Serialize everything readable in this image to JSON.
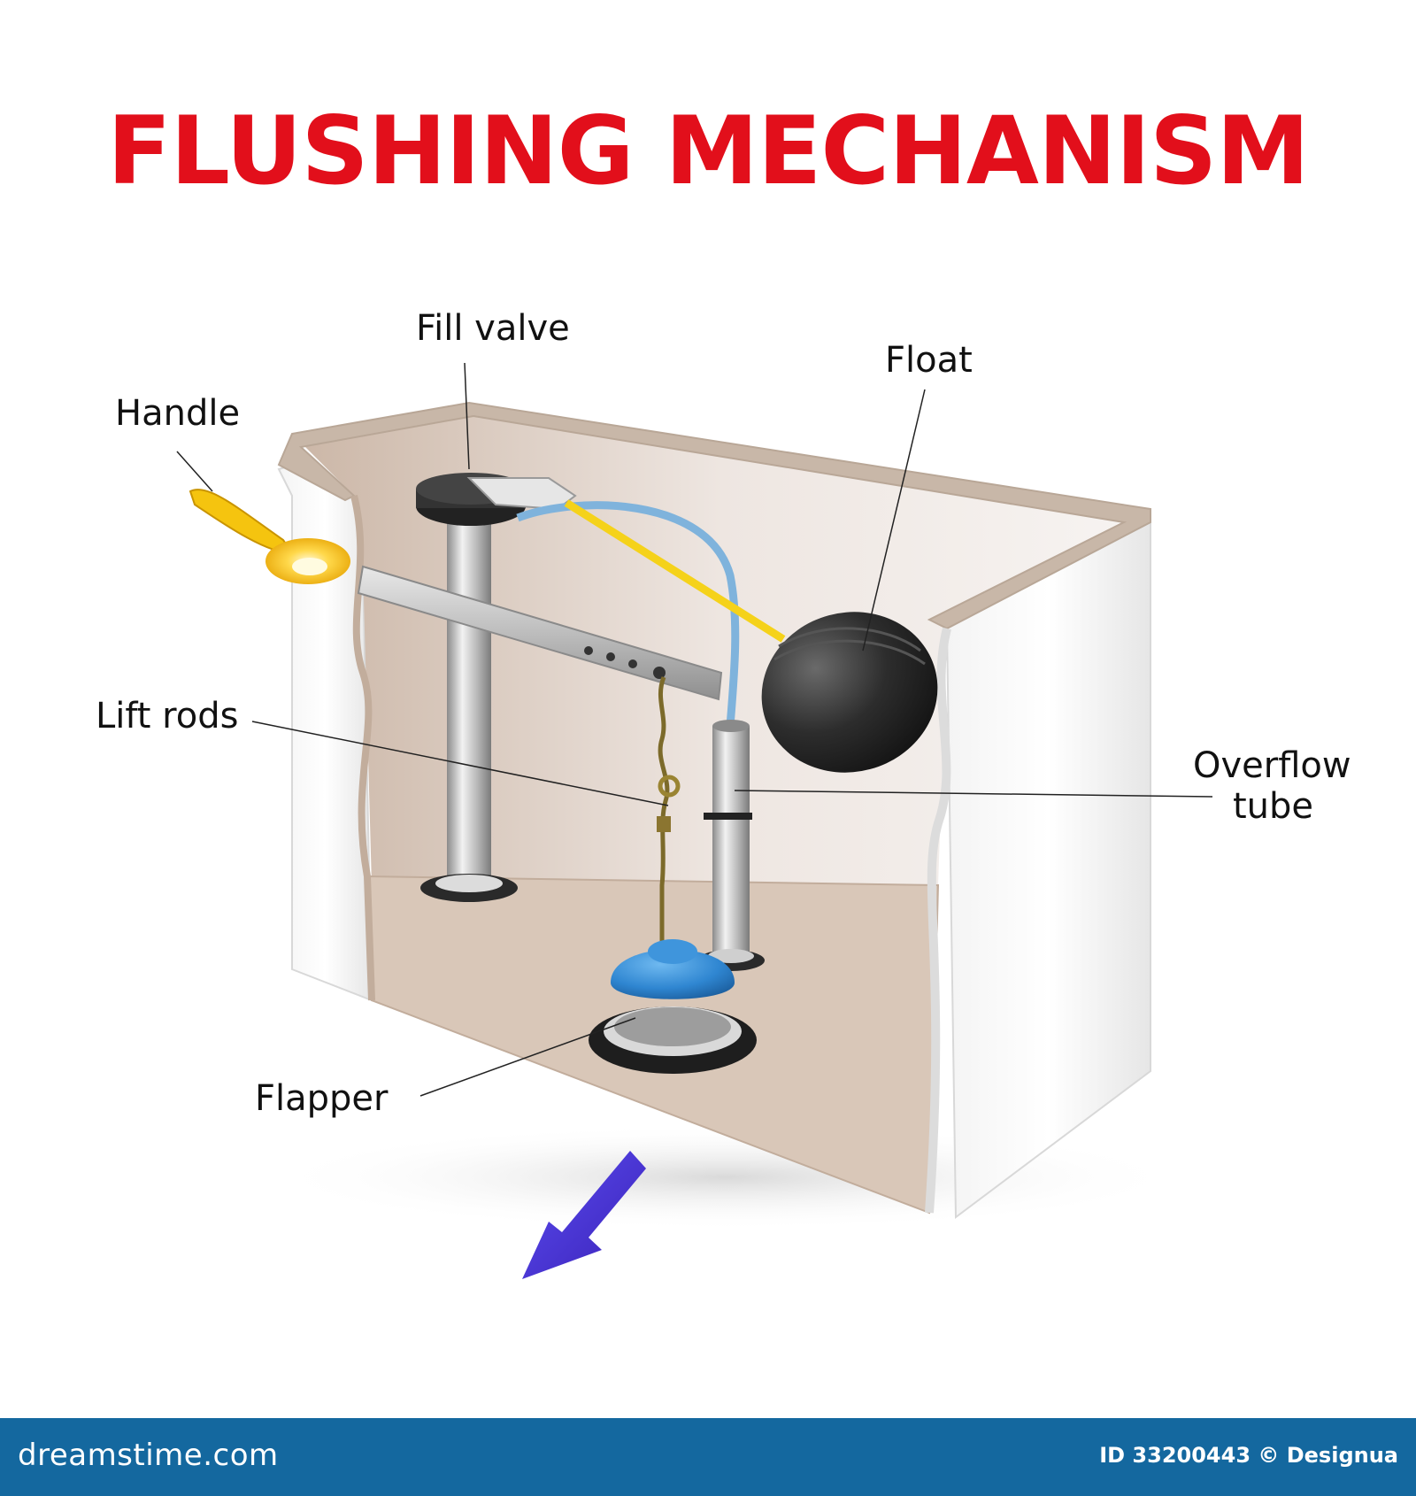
{
  "title": "FLUSHING MECHANISM",
  "labels": {
    "fill_valve": "Fill valve",
    "float": "Float",
    "handle": "Handle",
    "lift_rods": "Lift rods",
    "overflow_tube_line1": "Overflow",
    "overflow_tube_line2": "tube",
    "flapper": "Flapper"
  },
  "footer": {
    "site": "dreamstime.com",
    "id_text": "ID 33200443 © Designua"
  },
  "colors": {
    "title": "#e20f1b",
    "footer_bg": "#14689f",
    "flapper": "#2f86d1",
    "float": "#2b2b2b",
    "handle": "#f4c20d",
    "arrow": "#4a35d6",
    "tank_inner": "#d9c7b8"
  }
}
